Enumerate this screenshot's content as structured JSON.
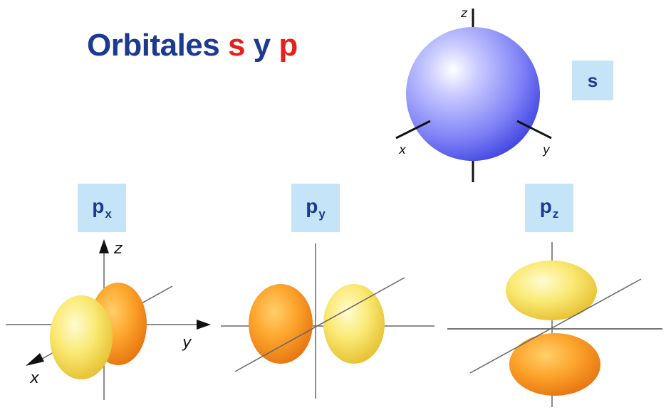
{
  "title": {
    "part1": "Orbitales ",
    "s": "s",
    "mid": " y ",
    "p": "p"
  },
  "labels": {
    "s": "s",
    "px": {
      "main": "p",
      "sub": "x"
    },
    "py": {
      "main": "p",
      "sub": "y"
    },
    "pz": {
      "main": "p",
      "sub": "z"
    }
  },
  "axes": {
    "s_orbital": {
      "x": "x",
      "y": "y",
      "z": "z"
    },
    "px_orbital": {
      "x": "x",
      "y": "y",
      "z": "z"
    }
  },
  "colors": {
    "title_blue": "#1c3a8f",
    "title_red": "#e8201c",
    "label_bg": "#c6e4f7",
    "sphere_blue": "#6f72f2",
    "lobe_orange": "#f7931e",
    "lobe_yellow": "#f5de3c"
  }
}
